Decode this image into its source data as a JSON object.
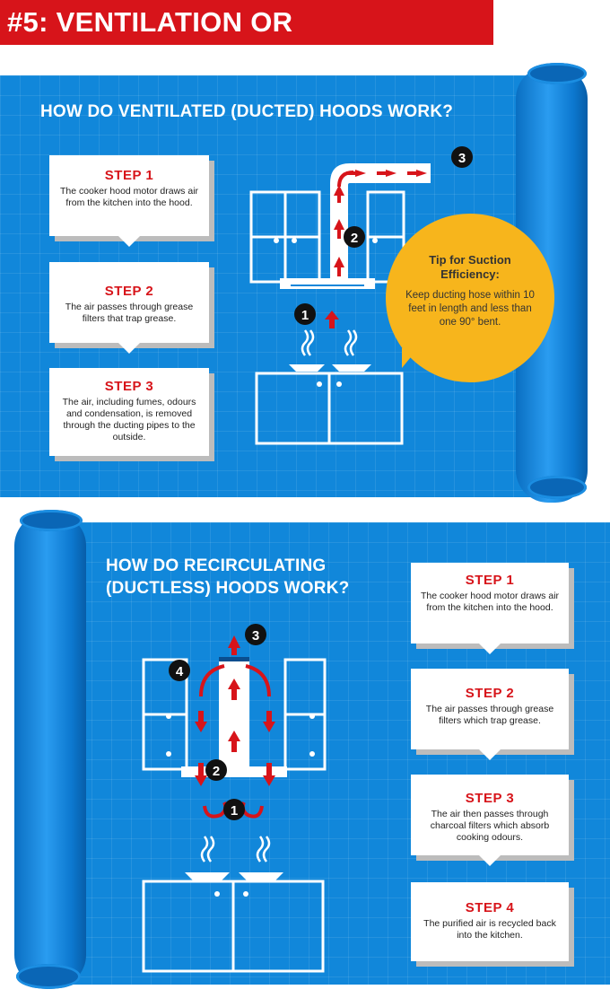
{
  "banner": {
    "title": "#5: VENTILATION OR RECIRCULATION"
  },
  "ducted": {
    "title": "HOW DO VENTILATED (DUCTED) HOODS WORK?",
    "steps": [
      {
        "label": "STEP 1",
        "text": "The cooker hood motor draws air from the kitchen into the hood."
      },
      {
        "label": "STEP 2",
        "text": "The air passes through grease filters that trap grease."
      },
      {
        "label": "STEP 3",
        "text": "The air, including fumes, odours and condensation, is removed through the ducting pipes to the outside."
      }
    ],
    "markers": [
      "1",
      "2",
      "3"
    ],
    "tip": {
      "title": "Tip for Suction Efficiency:",
      "text": "Keep ducting hose within 10 feet in length and less than one 90° bent."
    }
  },
  "ductless": {
    "title": "HOW DO RECIRCULATING (DUCTLESS) HOODS WORK?",
    "steps": [
      {
        "label": "STEP 1",
        "text": "The cooker hood motor draws air from the kitchen into the hood."
      },
      {
        "label": "STEP 2",
        "text": "The air passes through grease filters which trap grease."
      },
      {
        "label": "STEP 3",
        "text": "The air then passes through charcoal filters which absorb cooking odours."
      },
      {
        "label": "STEP 4",
        "text": "The purified air is recycled back into the kitchen."
      }
    ],
    "markers": [
      "1",
      "2",
      "3",
      "4"
    ]
  },
  "colors": {
    "accent_red": "#d7141a",
    "blueprint": "#1187da",
    "tip_yellow": "#f7b51c"
  }
}
